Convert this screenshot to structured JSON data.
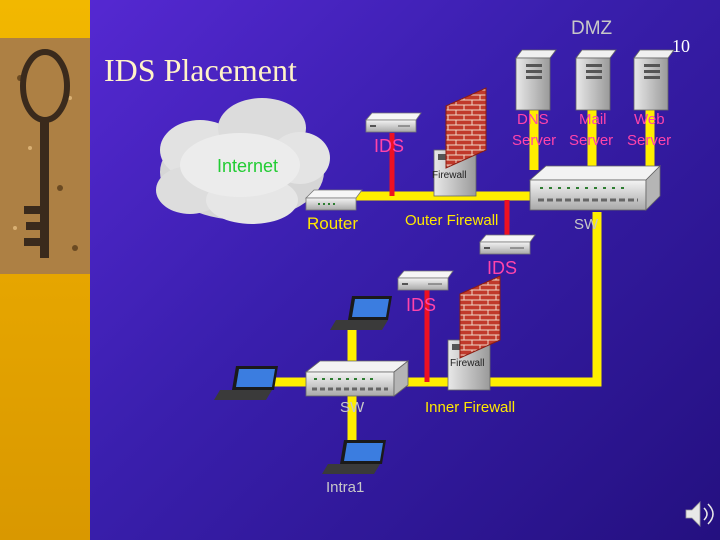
{
  "slide": {
    "title": "IDS Placement",
    "page_number": "10"
  },
  "diagram": {
    "dmz_label": "DMZ",
    "internet_label": "Internet",
    "router_label": "Router",
    "ids_top_label": "IDS",
    "outer_firewall_label": "Outer Firewall",
    "outer_firewall_tag": "Firewall",
    "dmz_switch_label": "SW",
    "dns_server_label": [
      "DNS",
      "Server"
    ],
    "mail_server_label": [
      "Mail",
      "Server"
    ],
    "web_server_label": [
      "Web",
      "Server"
    ],
    "ids_mid_label": "IDS",
    "ids_inner_label": "IDS",
    "inner_firewall_label": "Inner Firewall",
    "inner_firewall_tag": "Firewall",
    "inner_switch_label": "SW",
    "intra_label": "Intra1"
  },
  "colors": {
    "background": "#3a1fae",
    "sidebar": "#e6a600",
    "link_yellow": "#ffee00",
    "link_red": "#ee1122",
    "label_yellow": "#ffe800",
    "label_green": "#22cc33",
    "label_pink": "#ff44aa",
    "label_gray": "#c8c8c8"
  },
  "icons": [
    "key-photo",
    "cloud-icon",
    "router-icon",
    "firewall-icon",
    "ids-device-icon",
    "server-icon",
    "switch-icon",
    "laptop-icon",
    "speaker-icon"
  ]
}
